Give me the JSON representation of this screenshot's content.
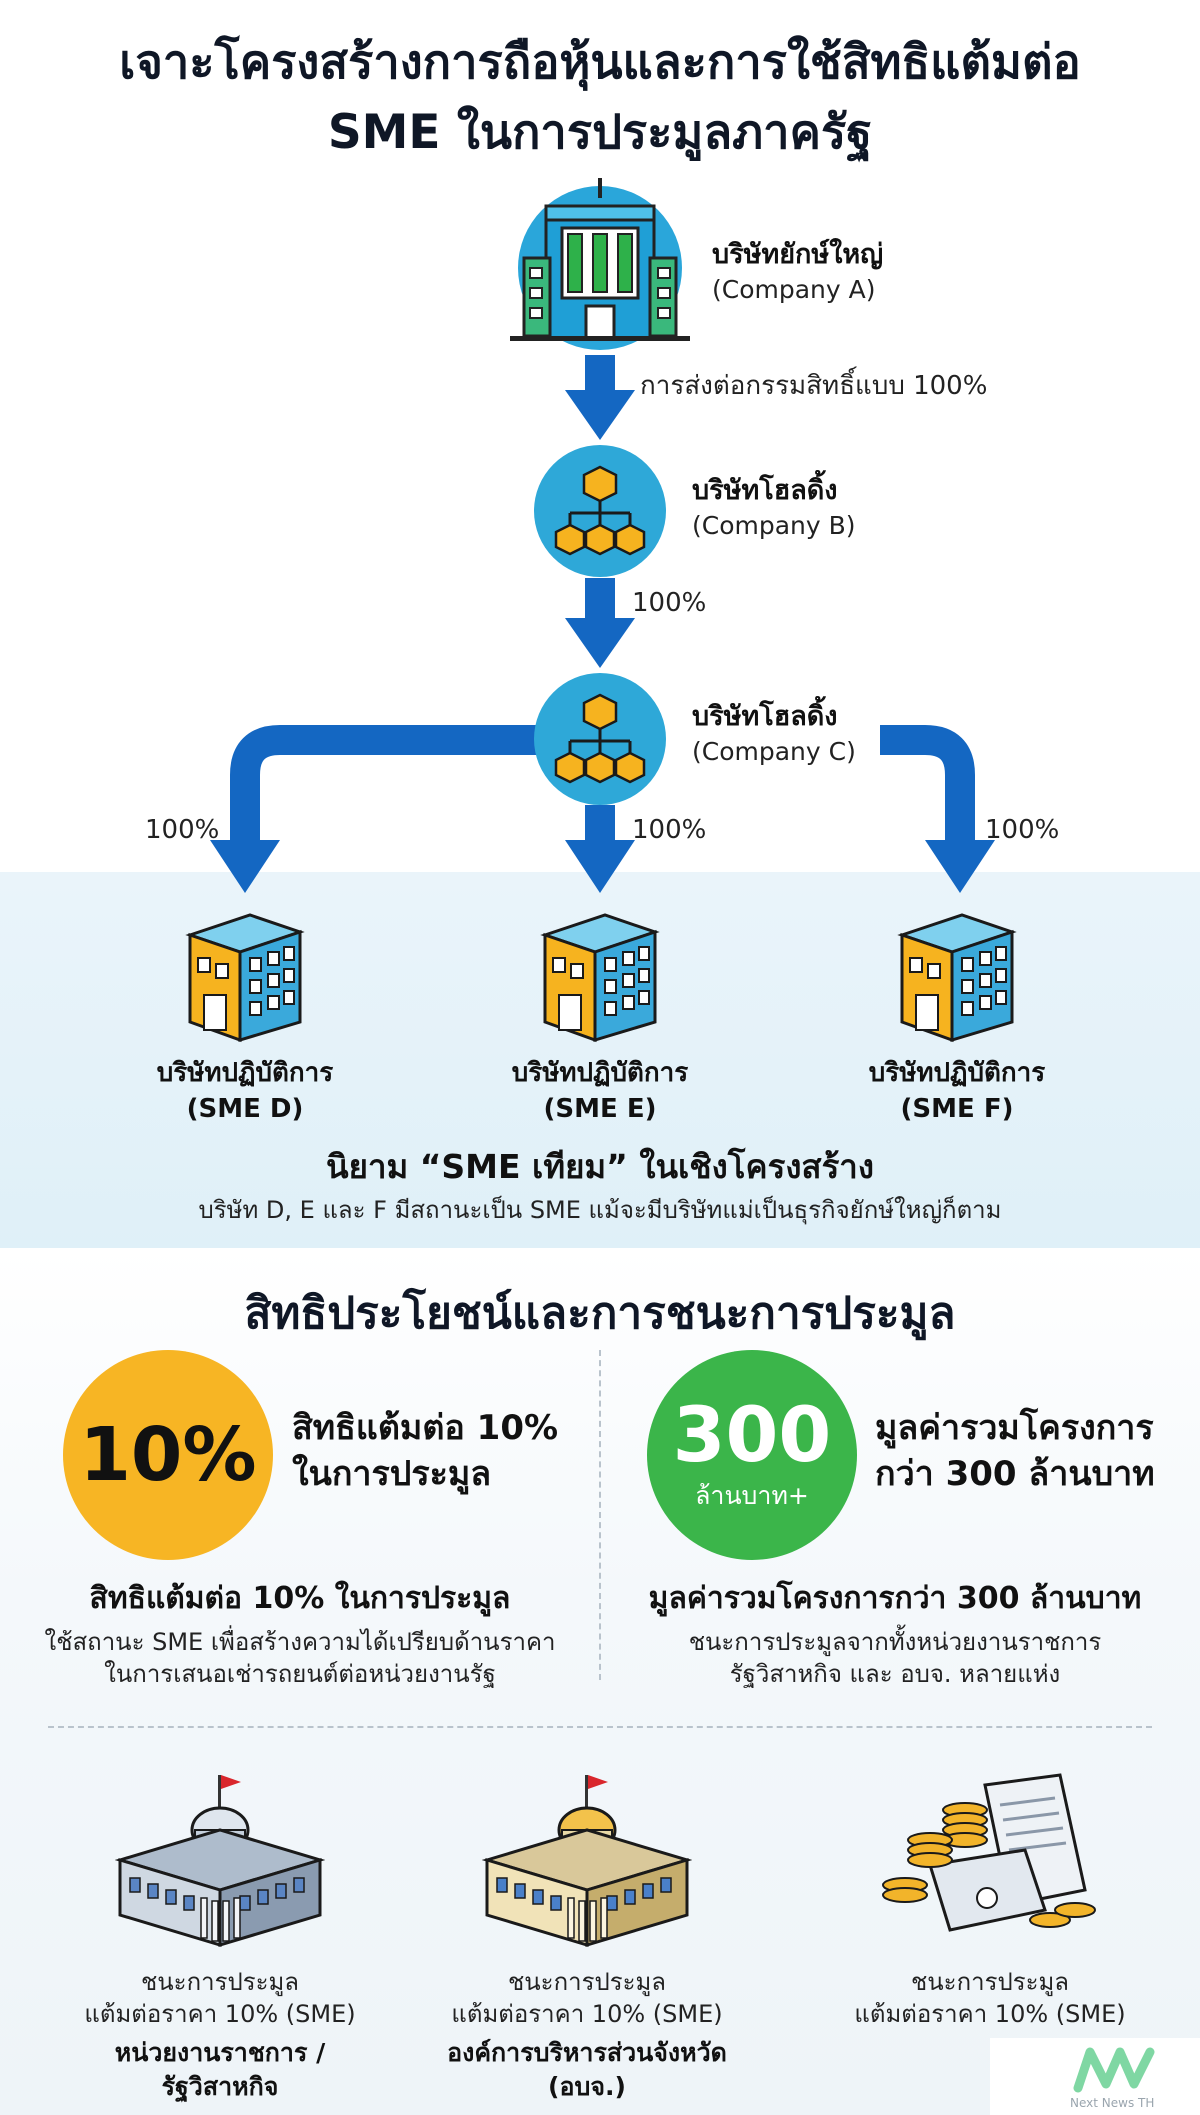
{
  "title": {
    "line1": "เจาะโครงสร้างการถือหุ้นและการใช้สิทธิแต้มต่อ",
    "line2": "SME ในการประมูลภาครัฐ"
  },
  "structure": {
    "company_a": {
      "name": "บริษัทยักษ์ใหญ่",
      "code": "(Company A)"
    },
    "transfer_label": "การส่งต่อกรรมสิทธิ์แบบ 100%",
    "company_b": {
      "name": "บริษัทโฮลดิ้ง",
      "code": "(Company B)"
    },
    "b_to_c_pct": "100%",
    "company_c": {
      "name": "บริษัทโฮลดิ้ง",
      "code": "(Company C)"
    },
    "branch_pcts": [
      "100%",
      "100%",
      "100%"
    ],
    "operators": [
      {
        "name": "บริษัทปฏิบัติการ",
        "code": "(SME D)"
      },
      {
        "name": "บริษัทปฏิบัติการ",
        "code": "(SME E)"
      },
      {
        "name": "บริษัทปฏิบัติการ",
        "code": "(SME F)"
      }
    ],
    "definition_title": "นิยาม “SME เทียม” ในเชิงโครงสร้าง",
    "definition_text": "บริษัท D, E และ F มีสถานะเป็น SME แม้จะมีบริษัทแม่เป็นธุรกิจยักษ์ใหญ่ก็ตาม"
  },
  "benefits": {
    "heading": "สิทธิประโยชน์และการชนะการประมูล",
    "left": {
      "badge": "10%",
      "badge_color": "#f7b524",
      "headline_1": "สิทธิแต้มต่อ 10%",
      "headline_2": "ในการประมูล",
      "title": "สิทธิแต้มต่อ 10% ในการประมูล",
      "desc_1": "ใช้สถานะ SME เพื่อสร้างความได้เปรียบด้านราคา",
      "desc_2": "ในการเสนอเช่ารถยนต์ต่อหน่วยงานรัฐ"
    },
    "right": {
      "badge": "300",
      "badge_sub": "ล้านบาท+",
      "badge_color": "#3bb54a",
      "headline_1": "มูลค่ารวมโครงการ",
      "headline_2": "กว่า 300 ล้านบาท",
      "title": "มูลค่ารวมโครงการกว่า 300 ล้านบาท",
      "desc_1": "ชนะการประมูลจากทั้งหน่วยงานราชการ",
      "desc_2": "รัฐวิสาหกิจ และ อบจ. หลายแห่ง"
    }
  },
  "wins": [
    {
      "l1": "ชนะการประมูล",
      "l2": "แต้มต่อราคา 10% (SME)",
      "s1": "หน่วยงานราชการ /",
      "s2": "รัฐวิสาหกิจ"
    },
    {
      "l1": "ชนะการประมูล",
      "l2": "แต้มต่อราคา 10% (SME)",
      "s1": "องค์การบริหารส่วนจังหวัด",
      "s2": "(อบจ.)"
    },
    {
      "l1": "ชนะการประมูล",
      "l2": "แต้มต่อราคา 10% (SME)",
      "s1": "",
      "s2": ""
    }
  ],
  "watermark": "Next News TH",
  "colors": {
    "arrow": "#1467c2",
    "holding": "#2ea8d8",
    "tower": "#1f9fd6"
  }
}
